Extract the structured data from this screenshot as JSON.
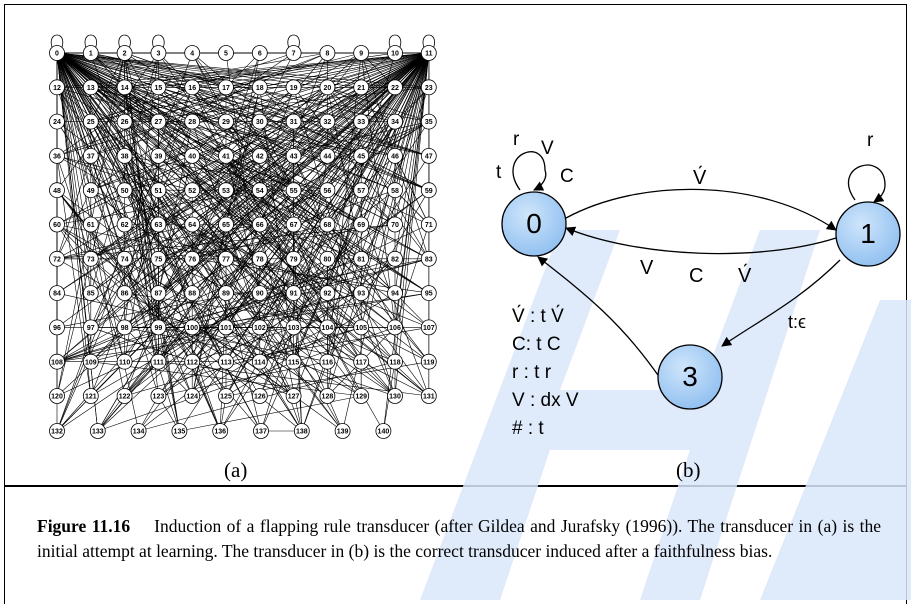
{
  "figure": {
    "panel_a": {
      "label": "(a)",
      "rows": [
        [
          "0",
          "1",
          "2",
          "3",
          "4",
          "5",
          "6",
          "7",
          "8",
          "9",
          "10",
          "11"
        ],
        [
          "12",
          "13",
          "14",
          "15",
          "16",
          "17",
          "18",
          "19",
          "20",
          "21",
          "22",
          "23"
        ],
        [
          "24",
          "25",
          "26",
          "27",
          "28",
          "29",
          "30",
          "31",
          "32",
          "33",
          "34",
          "35"
        ],
        [
          "36",
          "37",
          "38",
          "39",
          "40",
          "41",
          "42",
          "43",
          "44",
          "45",
          "46",
          "47"
        ],
        [
          "48",
          "49",
          "50",
          "51",
          "52",
          "53",
          "54",
          "55",
          "56",
          "57",
          "58",
          "59"
        ],
        [
          "60",
          "61",
          "62",
          "63",
          "64",
          "65",
          "66",
          "67",
          "68",
          "69",
          "70",
          "71"
        ],
        [
          "72",
          "73",
          "74",
          "75",
          "76",
          "77",
          "78",
          "79",
          "80",
          "81",
          "82",
          "83"
        ],
        [
          "84",
          "85",
          "86",
          "87",
          "88",
          "89",
          "90",
          "91",
          "92",
          "93",
          "94",
          "95"
        ],
        [
          "96",
          "97",
          "98",
          "99",
          "100",
          "101",
          "102",
          "103",
          "104",
          "105",
          "106",
          "107"
        ],
        [
          "108",
          "109",
          "110",
          "111",
          "112",
          "113",
          "114",
          "115",
          "116",
          "117",
          "118",
          "119"
        ],
        [
          "120",
          "121",
          "122",
          "123",
          "124",
          "125",
          "126",
          "127",
          "128",
          "129",
          "130",
          "131"
        ],
        [
          "132",
          "133",
          "134",
          "135",
          "136",
          "137",
          "138",
          "139",
          "140"
        ]
      ]
    },
    "panel_b": {
      "label": "(b)",
      "states": [
        "0",
        "1",
        "3"
      ],
      "edge_labels": {
        "loop0_r": "r",
        "loop0_v": "V",
        "loop0_t": "t",
        "loop0_c": "C",
        "loop1_r": "r",
        "vbar_top": "V́",
        "v_bottom": "V",
        "c_bottom": "C",
        "vbar_bottom": "V́",
        "t_eps": "t:ϵ"
      },
      "rules": [
        "V́ : t V́",
        "C: t C",
        "r : t r",
        "V : dx V",
        "# : t"
      ]
    },
    "watermark_color": "#d9e6fa",
    "state_fill": "#9dc8f3"
  },
  "caption": {
    "label": "Figure 11.16",
    "text": "Induction of a flapping rule transducer (after Gildea and Jurafsky (1996)). The transducer in (a) is the initial attempt at learning. The transducer in (b) is the correct transducer induced after a faithfulness bias."
  }
}
